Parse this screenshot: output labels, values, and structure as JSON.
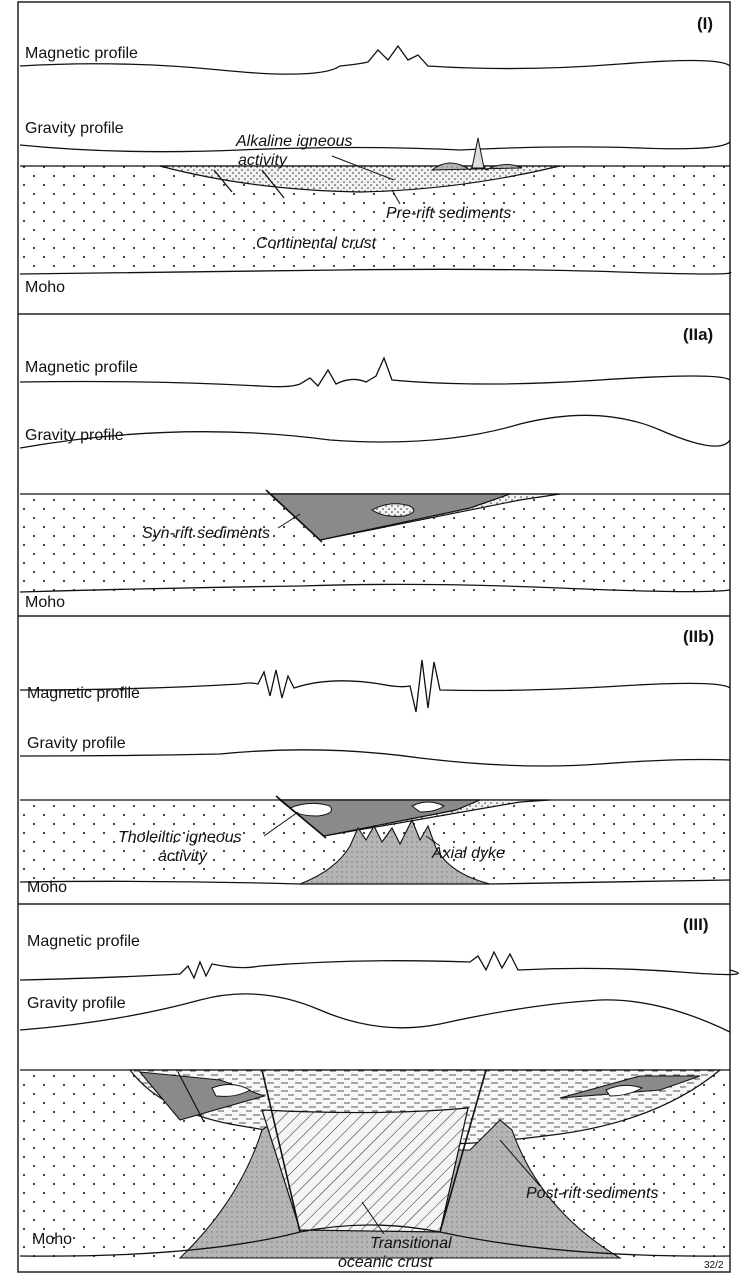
{
  "panels": [
    {
      "id": "I",
      "tag": "(I)",
      "magnetic_label": "Magnetic profile",
      "gravity_label": "Gravity profile",
      "moho_label": "Moho",
      "annotations": [
        "Alkaline igneous",
        "activity",
        "Pre-rift sediments",
        "Continental crust"
      ]
    },
    {
      "id": "IIa",
      "tag": "(IIa)",
      "magnetic_label": "Magnetic profile",
      "gravity_label": "Gravity profile",
      "moho_label": "Moho",
      "annotations": [
        "Syn-rift sediments"
      ]
    },
    {
      "id": "IIb",
      "tag": "(IIb)",
      "magnetic_label": "Magnetic profile",
      "gravity_label": "Gravity profile",
      "moho_label": "Moho",
      "annotations": [
        "Tholeiitic igneous",
        "activity",
        "Axial dyke"
      ]
    },
    {
      "id": "III",
      "tag": "(III)",
      "magnetic_label": "Magnetic profile",
      "gravity_label": "Gravity profile",
      "moho_label": "Moho",
      "annotations": [
        "Post-rift sediments",
        "Transitional",
        "oceanic crust"
      ]
    }
  ],
  "figure_code": "32/2"
}
